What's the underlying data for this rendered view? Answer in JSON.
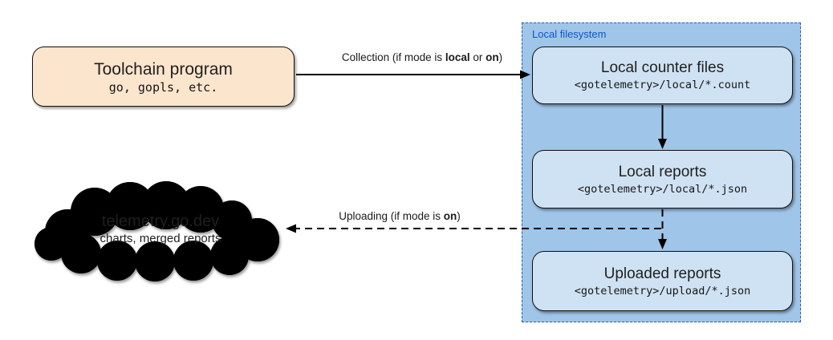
{
  "toolchain": {
    "title": "Toolchain program",
    "subtitle": "go, gopls, etc."
  },
  "filesystem": {
    "label": "Local filesystem",
    "counter_files": {
      "title": "Local counter files",
      "path": "<gotelemetry>/local/*.count"
    },
    "local_reports": {
      "title": "Local reports",
      "path": "<gotelemetry>/local/*.json"
    },
    "uploaded_reports": {
      "title": "Uploaded reports",
      "path": "<gotelemetry>/upload/*.json"
    }
  },
  "cloud": {
    "title": "telemetry.go.dev",
    "subtitle": "charts, merged reports"
  },
  "edges": {
    "collection": {
      "pre": "Collection (if mode is ",
      "mode1": "local",
      "mid": " or ",
      "mode2": "on",
      "post": ")"
    },
    "uploading": {
      "pre": "Uploading (if mode is ",
      "mode": "on",
      "post": ")"
    }
  },
  "colors": {
    "toolchain_fill": "#fce5cd",
    "filesystem_fill": "#9fc5e8",
    "filesystem_border": "#2a5cad",
    "filesystem_label": "#1155cc",
    "node_fill": "#cfe2f3",
    "cloud_fill": "#d9d2e9",
    "arrow": "#000000"
  }
}
